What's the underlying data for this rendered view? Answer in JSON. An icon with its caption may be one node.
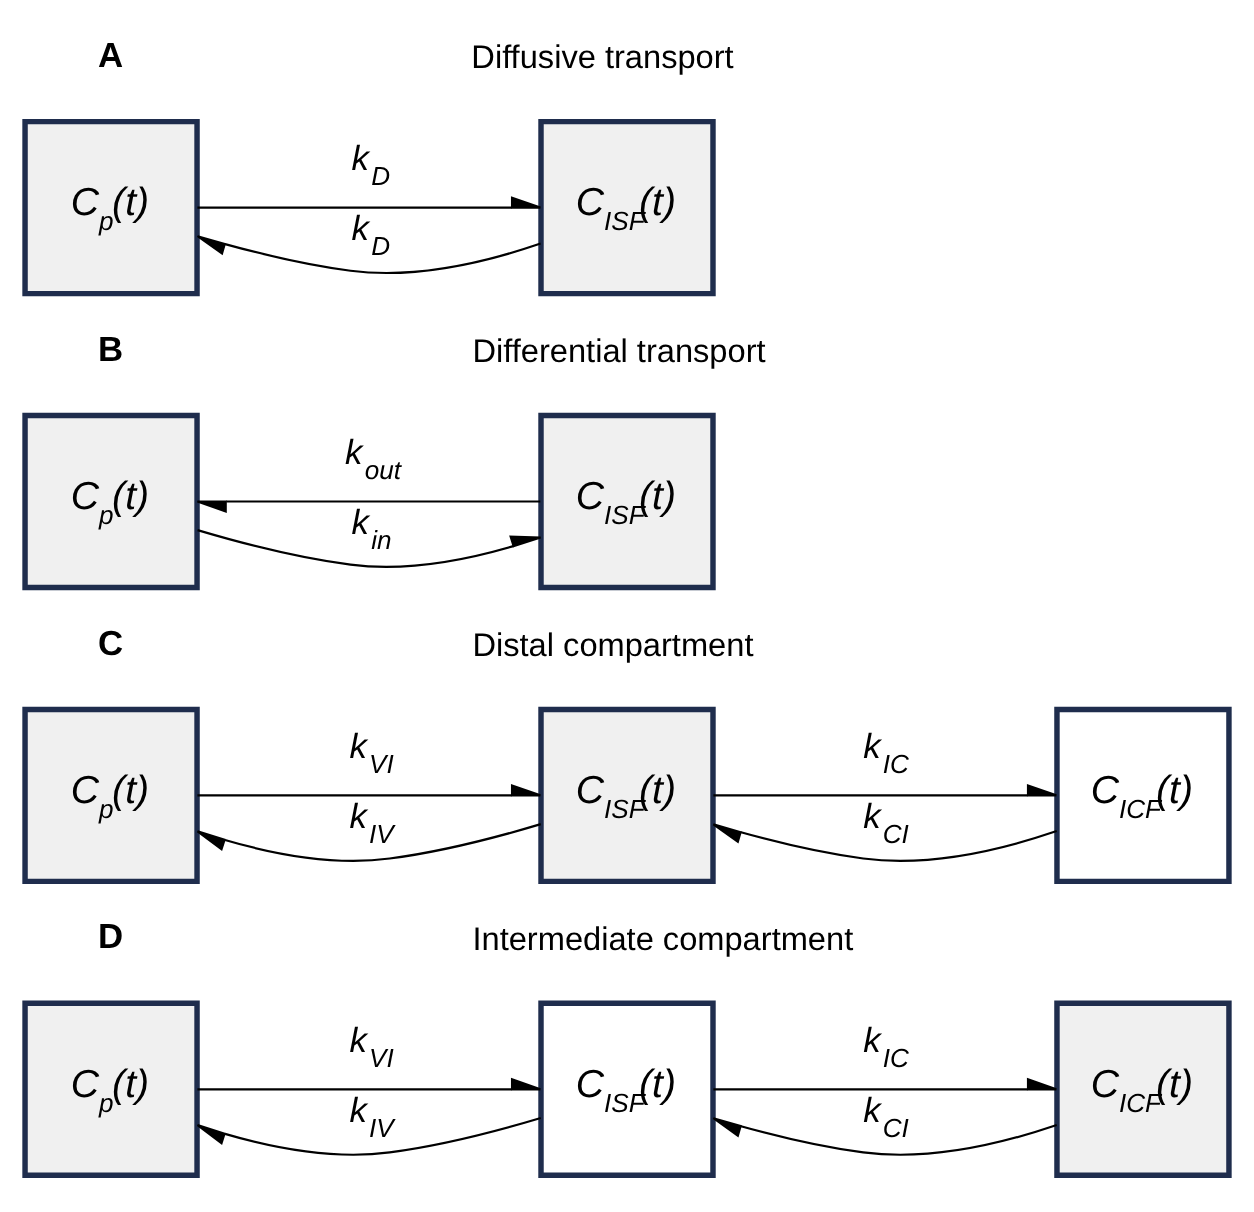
{
  "diagram": {
    "nodes": [
      {
        "text": [
          "C$_{p}$(t)"
        ]
      },
      {
        "text": [
          "C$_{ISF}$(t)"
        ]
      },
      {
        "text": [
          "C$_{p}$(t)"
        ]
      },
      {
        "text": [
          "C$_{ISF}$(t)"
        ]
      },
      {
        "text": [
          "C$_{p}$(t)"
        ]
      },
      {
        "text": [
          "C$_{ISF}$(t)"
        ]
      },
      {
        "text": [
          "C$_{ICF}$(t)"
        ]
      },
      {
        "text": [
          "C$_{p}$(t)"
        ]
      },
      {
        "text": [
          "C$_{ISF}$(t)"
        ]
      },
      {
        "text": [
          "C$_{ICF}$(t)"
        ]
      }
    ],
    "edges": [
      {
        "from": 0,
        "to": 1,
        "arrow": "to",
        "label": "k$_{D}$"
      },
      {
        "from": 1,
        "to": 0,
        "arrow": "to",
        "label": "k$_{D}$"
      },
      {
        "from": 2,
        "to": 3,
        "arrow": "to",
        "label": "k$_{in}$"
      },
      {
        "from": 3,
        "to": 2,
        "arrow": "to",
        "label": "k$_{out}$"
      },
      {
        "from": 4,
        "to": 5,
        "arrow": "to",
        "label": "k$_{VI}$"
      },
      {
        "from": 5,
        "to": 4,
        "arrow": "to",
        "label": "k$_{IV}$"
      },
      {
        "from": 5,
        "to": 6,
        "arrow": "to",
        "label": "k$_{IC}$"
      },
      {
        "from": 6,
        "to": 5,
        "arrow": "to",
        "label": "k$_{CI}$"
      },
      {
        "from": 7,
        "to": 8,
        "arrow": "to",
        "label": "k$_{VI}$"
      },
      {
        "from": 8,
        "to": 7,
        "arrow": "to",
        "label": "k$_{IV}$"
      },
      {
        "from": 8,
        "to": 9,
        "arrow": "to",
        "label": "k$_{IC}$"
      },
      {
        "from": 9,
        "to": 8,
        "arrow": "to",
        "label": "k$_{CI}$"
      }
    ],
    "labels": [
      "A",
      "Diffusive transport",
      "B",
      "Differential transport",
      "C",
      "Distal compartment",
      "D",
      "Intermediate compartment"
    ]
  }
}
